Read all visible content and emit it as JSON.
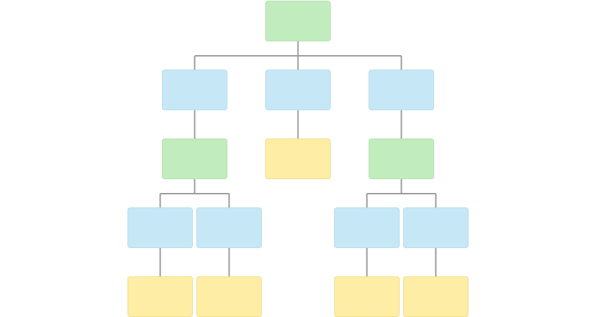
{
  "colors": {
    "green": "#c1edbe",
    "green_border": "#b3e0b0",
    "blue": "#c6e8f6",
    "blue_border": "#b6dcec",
    "yellow": "#feeda4",
    "yellow_border": "#f1dd8e",
    "connector": "#9a9a9a"
  },
  "nodes": [
    {
      "id": "root",
      "color": "green",
      "label": ""
    },
    {
      "id": "l1-left",
      "color": "blue",
      "label": ""
    },
    {
      "id": "l1-middle",
      "color": "blue",
      "label": ""
    },
    {
      "id": "l1-right",
      "color": "blue",
      "label": ""
    },
    {
      "id": "l2-left",
      "color": "green",
      "label": ""
    },
    {
      "id": "l2-middle",
      "color": "yellow",
      "label": ""
    },
    {
      "id": "l2-right",
      "color": "green",
      "label": ""
    },
    {
      "id": "l3-1",
      "color": "blue",
      "label": ""
    },
    {
      "id": "l3-2",
      "color": "blue",
      "label": ""
    },
    {
      "id": "l3-3",
      "color": "blue",
      "label": ""
    },
    {
      "id": "l3-4",
      "color": "blue",
      "label": ""
    },
    {
      "id": "l4-1",
      "color": "yellow",
      "label": ""
    },
    {
      "id": "l4-2",
      "color": "yellow",
      "label": ""
    },
    {
      "id": "l4-3",
      "color": "yellow",
      "label": ""
    },
    {
      "id": "l4-4",
      "color": "yellow",
      "label": ""
    }
  ],
  "edges": [
    {
      "from": "root",
      "to": "l1-left"
    },
    {
      "from": "root",
      "to": "l1-middle"
    },
    {
      "from": "root",
      "to": "l1-right"
    },
    {
      "from": "l1-left",
      "to": "l2-left"
    },
    {
      "from": "l1-middle",
      "to": "l2-middle"
    },
    {
      "from": "l1-right",
      "to": "l2-right"
    },
    {
      "from": "l2-left",
      "to": "l3-1"
    },
    {
      "from": "l2-left",
      "to": "l3-2"
    },
    {
      "from": "l2-right",
      "to": "l3-3"
    },
    {
      "from": "l2-right",
      "to": "l3-4"
    },
    {
      "from": "l3-1",
      "to": "l4-1"
    },
    {
      "from": "l3-2",
      "to": "l4-2"
    },
    {
      "from": "l3-3",
      "to": "l4-3"
    },
    {
      "from": "l3-4",
      "to": "l4-4"
    }
  ]
}
